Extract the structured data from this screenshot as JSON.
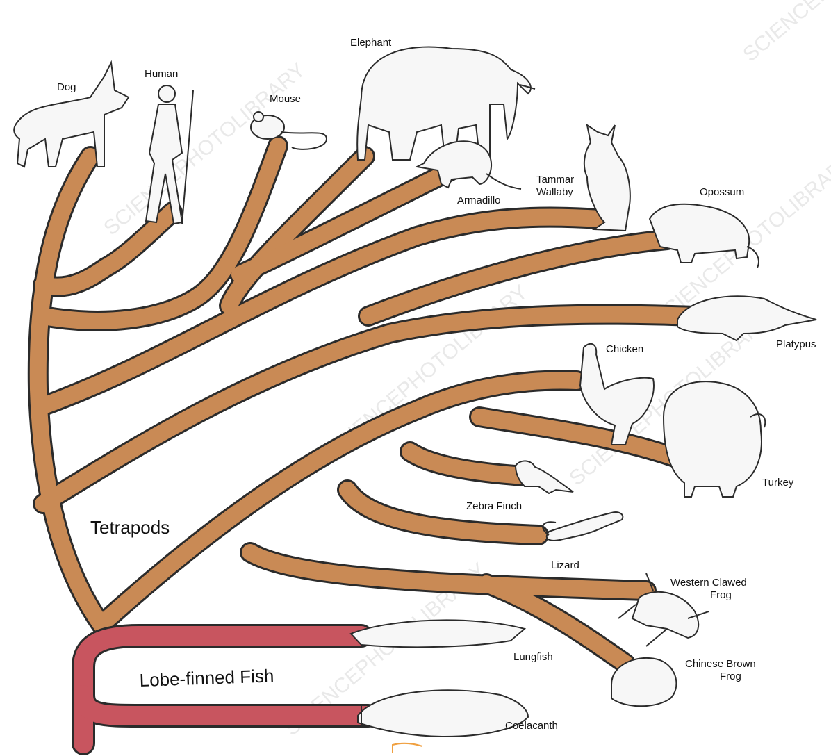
{
  "groups": {
    "tetrapods": "Tetrapods",
    "lobe_finned_fish": "Lobe-finned Fish"
  },
  "species": {
    "dog": "Dog",
    "human": "Human",
    "mouse": "Mouse",
    "elephant": "Elephant",
    "armadillo": "Armadillo",
    "tammar_wallaby_1": "Tammar",
    "tammar_wallaby_2": "Wallaby",
    "opossum": "Opossum",
    "platypus": "Platypus",
    "chicken": "Chicken",
    "turkey": "Turkey",
    "zebra_finch": "Zebra Finch",
    "lizard": "Lizard",
    "western_clawed_frog_1": "Western Clawed",
    "western_clawed_frog_2": "Frog",
    "chinese_brown_frog_1": "Chinese Brown",
    "chinese_brown_frog_2": "Frog",
    "lungfish": "Lungfish",
    "coelacanth": "Coelacanth"
  },
  "watermark": "SCIENCEPHOTOLIBRARY",
  "colors": {
    "tetrapod_branch": "#c98a55",
    "fish_branch": "#c8555f",
    "outline": "#2b2b2b"
  }
}
